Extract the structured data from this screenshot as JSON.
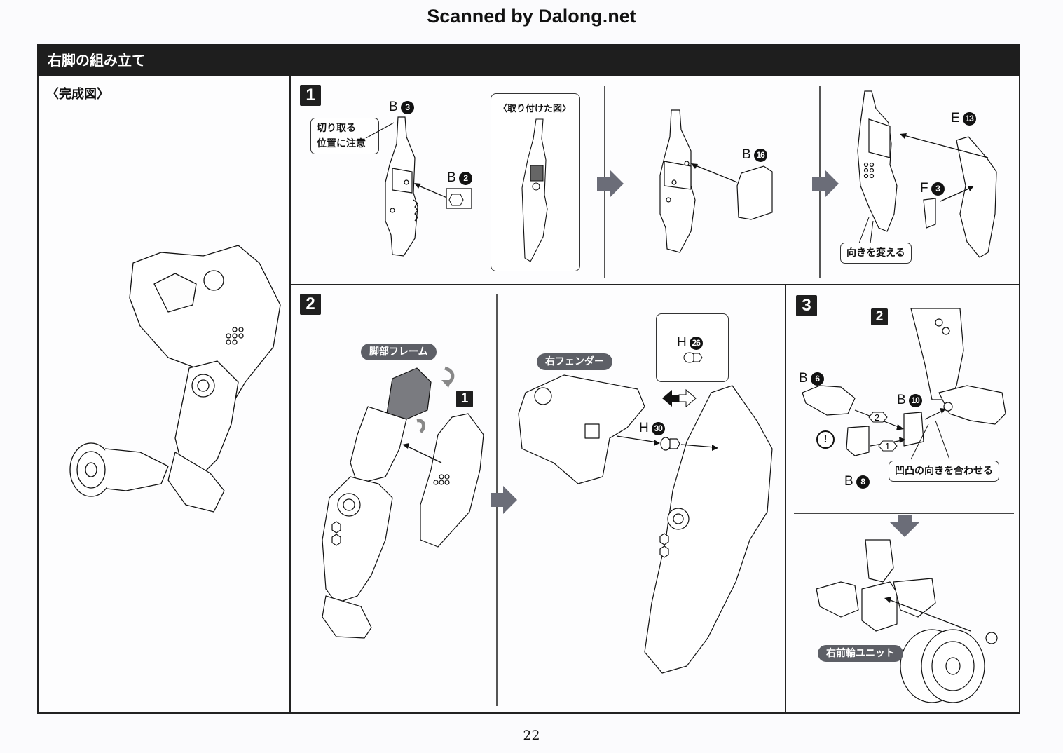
{
  "header": {
    "scan_credit": "Scanned by Dalong.net",
    "section_title": "右脚の組み立て"
  },
  "completed_view": {
    "label": "〈完成図〉"
  },
  "step1": {
    "number": "1",
    "part_b3": {
      "letter": "B",
      "number": "3"
    },
    "part_b2": {
      "letter": "B",
      "number": "2"
    },
    "cut_note": [
      "切り取る",
      "位置に注意"
    ],
    "inset_title": "〈取り付けた図〉",
    "part_b16": {
      "letter": "B",
      "number": "16"
    },
    "part_e13": {
      "letter": "E",
      "number": "13"
    },
    "part_f3": {
      "letter": "F",
      "number": "3"
    },
    "orientation_note": "向きを変える"
  },
  "step2": {
    "number": "2",
    "frame_label": "脚部フレーム",
    "ref_step": "1",
    "fender_label": "右フェンダー",
    "part_h26": {
      "letter": "H",
      "number": "26"
    },
    "part_h30": {
      "letter": "H",
      "number": "30"
    }
  },
  "step3": {
    "number": "3",
    "ref_step": "2",
    "part_b6": {
      "letter": "B",
      "number": "6"
    },
    "part_b10": {
      "letter": "B",
      "number": "10"
    },
    "part_b8": {
      "letter": "B",
      "number": "8"
    },
    "order_1": "1",
    "order_2": "2",
    "warning_symbol": "!",
    "align_note": "凹凸の向きを合わせる",
    "wheel_label": "右前輪ユニット"
  },
  "footer": {
    "page_number": "22"
  },
  "colors": {
    "title_bar": "#1e1e1e",
    "pill": "#5d5f66",
    "next_arrow": "#6b6d78"
  }
}
